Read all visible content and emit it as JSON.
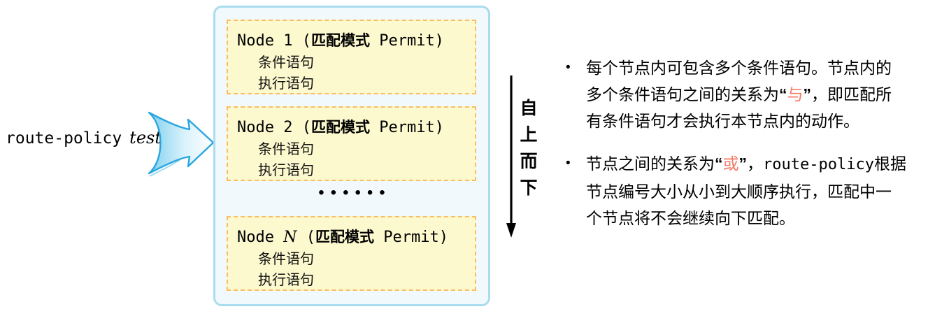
{
  "colors": {
    "container_border": "#A9DCEF",
    "container_background": "#F2F9FD",
    "node_background": "#FCF9CF",
    "node_border": "#FBBD64",
    "arrow_stroke": "#2BA6DE",
    "highlight_red": "#F47B66"
  },
  "policy_label": {
    "command": "route-policy",
    "argument": "test"
  },
  "flow_chart": {
    "nodes": [
      {
        "title": [
          {
            "t": "Node 1 (",
            "s": "mono"
          },
          {
            "t": "匹配模式",
            "s": "cn"
          },
          {
            "t": " Permit)",
            "s": "mono"
          }
        ],
        "rows": [
          "条件语句",
          "执行语句"
        ]
      },
      {
        "title": [
          {
            "t": "Node 2 (",
            "s": "mono"
          },
          {
            "t": "匹配模式",
            "s": "cn"
          },
          {
            "t": " Permit)",
            "s": "mono"
          }
        ],
        "rows": [
          "条件语句",
          "执行语句"
        ]
      },
      {
        "title": [
          {
            "t": "Node ",
            "s": "mono"
          },
          {
            "t": "N",
            "s": "mono-italic"
          },
          {
            "t": " (",
            "s": "mono"
          },
          {
            "t": "匹配模式",
            "s": "cn"
          },
          {
            "t": " Permit)",
            "s": "mono"
          }
        ],
        "rows": [
          "条件语句",
          "执行语句"
        ]
      }
    ],
    "ellipsis": "••••••",
    "direction_label": [
      "自",
      "上",
      "而",
      "下"
    ]
  },
  "notes": {
    "bullet_char": "•",
    "items": [
      {
        "lines": [
          [
            {
              "t": "每个节点内可包含多个条件语句。节点内的"
            }
          ],
          [
            {
              "t": "多个条件语句之间的关系为"
            },
            {
              "t": "“",
              "s": "bold"
            },
            {
              "t": "与",
              "s": "red"
            },
            {
              "t": "”",
              "s": "bold"
            },
            {
              "t": "，即匹配所"
            }
          ],
          [
            {
              "t": "有条件语句才会执行本节点内的动作。"
            }
          ]
        ]
      },
      {
        "lines": [
          [
            {
              "t": "节点之间的关系为"
            },
            {
              "t": "“",
              "s": "bold"
            },
            {
              "t": "或",
              "s": "red"
            },
            {
              "t": "”",
              "s": "bold"
            },
            {
              "t": "，"
            },
            {
              "t": "route-policy",
              "s": "mono"
            },
            {
              "t": "根据"
            }
          ],
          [
            {
              "t": "节点编号大小从小到大顺序执行，匹配中一"
            }
          ],
          [
            {
              "t": "个节点将不会继续向下匹配。"
            }
          ]
        ]
      }
    ]
  }
}
